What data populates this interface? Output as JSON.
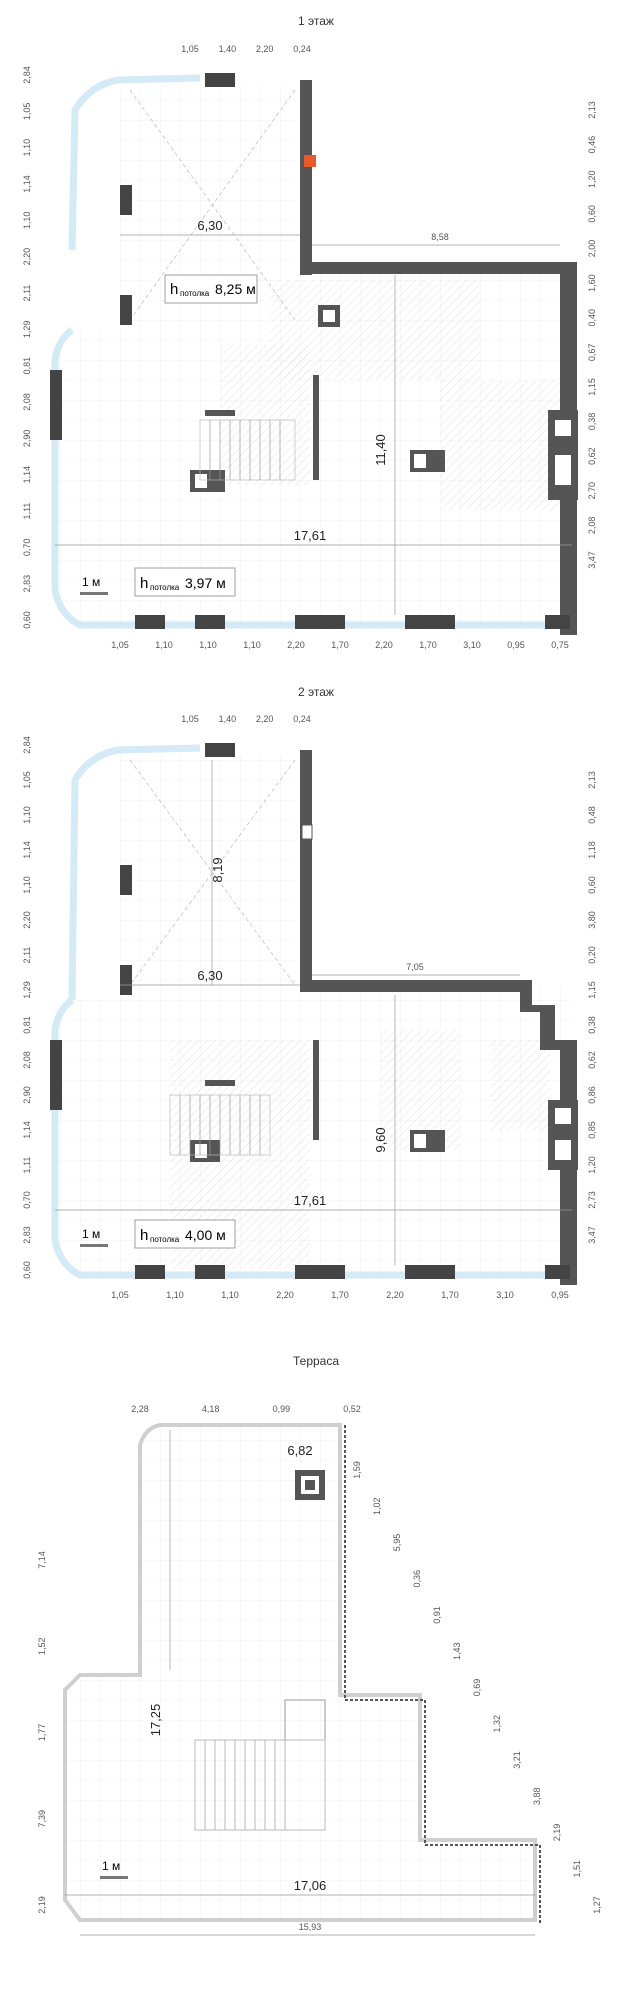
{
  "floor1": {
    "title": "1 этаж",
    "ceiling_label": "h",
    "ceiling_sub": "потолка",
    "ceiling_value": "8,25 м",
    "ceiling_label2": "h",
    "ceiling_sub2": "потолка",
    "ceiling_value2": "3,97 м",
    "scale": "1 м",
    "area_a": "6,30",
    "area_b": "8,58",
    "area_c": "11,40",
    "area_d": "17,61",
    "top_dims": [
      "1,05",
      "1,40",
      "2,20",
      "0,24"
    ],
    "left_dims": [
      "2,84",
      "1,05",
      "1,10",
      "1,14",
      "1,10",
      "2,20",
      "2,11",
      "1,29",
      "0,81",
      "2,08",
      "2,90",
      "1,14",
      "1,11",
      "0,70",
      "2,83",
      "0,60"
    ],
    "right_dims": [
      "2,13",
      "0,46",
      "1,20",
      "0,60",
      "2,00",
      "1,60",
      "0,40",
      "0,67",
      "1,15",
      "0,38",
      "0,62",
      "2,70",
      "2,08",
      "3,47"
    ],
    "bottom_dims": [
      "1,05",
      "1,10",
      "1,10",
      "1,10",
      "2,20",
      "1,70",
      "2,20",
      "1,70",
      "3,10",
      "0,95",
      "0,75"
    ]
  },
  "floor2": {
    "title": "2 этаж",
    "ceiling_label": "h",
    "ceiling_sub": "потолка",
    "ceiling_value": "4,00 м",
    "scale": "1 м",
    "area_a": "6,30",
    "area_b": "8,19",
    "area_c": "7,05",
    "area_d": "9,60",
    "area_e": "17,61",
    "top_dims": [
      "1,05",
      "1,40",
      "2,20",
      "0,24"
    ],
    "left_dims": [
      "2,84",
      "1,05",
      "1,10",
      "1,14",
      "1,10",
      "2,20",
      "2,11",
      "1,29",
      "0,81",
      "2,08",
      "2,90",
      "1,14",
      "1,11",
      "0,70",
      "2,83",
      "0,60"
    ],
    "right_dims": [
      "2,13",
      "0,48",
      "1,18",
      "0,60",
      "3,80",
      "0,20",
      "1,15",
      "0,38",
      "0,62",
      "0,86",
      "0,85",
      "1,20",
      "2,73",
      "3,47"
    ],
    "bottom_dims": [
      "1,05",
      "1,10",
      "1,10",
      "2,20",
      "1,70",
      "2,20",
      "1,70",
      "3,10",
      "0,95"
    ]
  },
  "terrace": {
    "title": "Терраса",
    "scale": "1 м",
    "area_a": "6,82",
    "area_b": "17,25",
    "area_c": "17,06",
    "area_d": "15,93",
    "top_dims": [
      "2,28",
      "4,18",
      "0,99",
      "0,52"
    ],
    "right_dims": [
      "1,59",
      "1,02",
      "5,95",
      "0,36",
      "0,91",
      "1,43",
      "0,69",
      "1,32",
      "3,21",
      "3,88",
      "2,19",
      "1,51",
      "1,27"
    ],
    "left_dims": [
      "7,14",
      "1,52",
      "1,77",
      "7,39",
      "2,19"
    ]
  }
}
